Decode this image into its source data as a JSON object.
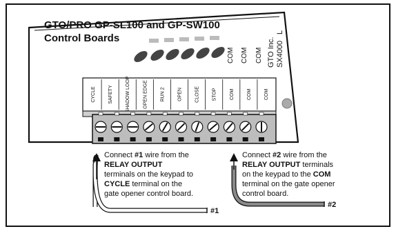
{
  "title": {
    "line1": "GTO/PRO GP-SL100 and GP-SW100",
    "line2": "Control Boards"
  },
  "board": {
    "model_line1": "GTO Inc.",
    "model_line2": "SX4000",
    "model_suffix": "L",
    "upper_com_labels": [
      "COM",
      "COM",
      "COM"
    ]
  },
  "terminals": [
    "CYCLE",
    "SAFETY",
    "SHADOW LOOP",
    "OPEN EDGE",
    "RUN 2",
    "OPEN",
    "CLOSE",
    "STOP",
    "COM",
    "COM",
    "COM"
  ],
  "caption_left": {
    "l1_pre": "Connect ",
    "l1_bold": "#1",
    "l1_post": " wire from the",
    "l2_bold": "RELAY OUTPUT",
    "l2_post": "",
    "l3": "terminals on the keypad to",
    "l4_bold": "CYCLE",
    "l4_post": " terminal on the",
    "l5": "gate opener control board."
  },
  "caption_right": {
    "l1_pre": "Connect ",
    "l1_bold": "#2",
    "l1_post": " wire from the",
    "l2_bold": "RELAY OUTPUT",
    "l2_post": " terminals",
    "l3_pre": "on the keypad to the ",
    "l3_bold": "COM",
    "l4": "terminal on the gate opener",
    "l5": "control board."
  },
  "wires": {
    "wire1_label": "#1",
    "wire2_label": "#2"
  },
  "colors": {
    "board_fill": "#ffffff",
    "block_fill": "#bdbdbd",
    "wire2": "#8a8a8a",
    "led": "#444444"
  }
}
